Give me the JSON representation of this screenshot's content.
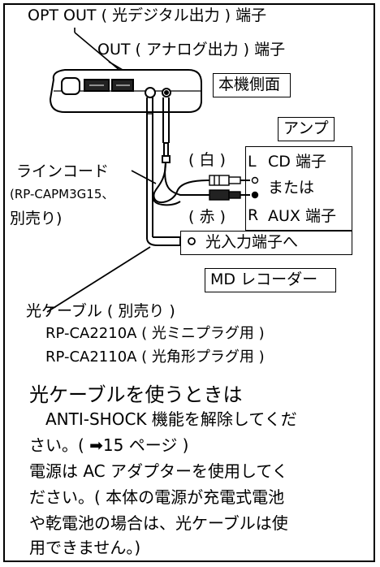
{
  "labels": {
    "opt_out": "OPT OUT ( 光デジタル出力 ) 端子",
    "out": "OUT ( アナログ出力 ) 端子",
    "side_view": "本機側面",
    "amp": "アンプ",
    "line_cord": "ラインコード",
    "line_cord_model": "(RP-CAPM3G15、",
    "sold_separately": "別売り)",
    "white": "( 白 )",
    "red": "( 赤 )",
    "L": "L",
    "R": "R",
    "cd_jack": "CD 端子",
    "or": "または",
    "aux_jack": "AUX 端子",
    "optical_input": "光入力端子へ",
    "md_recorder": "MD レコーダー",
    "optical_cable": "光ケーブル ( 別売り )",
    "cable_model_1": "RP-CA2210A ( 光ミニプラグ用 )",
    "cable_model_2": "RP-CA2110A ( 光角形プラグ用 )"
  },
  "note": {
    "heading": "光ケーブルを使うときは",
    "lines": [
      "ANTI-SHOCK 機能を解除してくだ",
      "さい。( ➡15 ページ )",
      "電源は AC アダプターを使用してく",
      "ださい。( 本体の電源が充電式電池",
      "や乾電池の場合は、光ケーブルは使",
      "用できません。)"
    ]
  }
}
